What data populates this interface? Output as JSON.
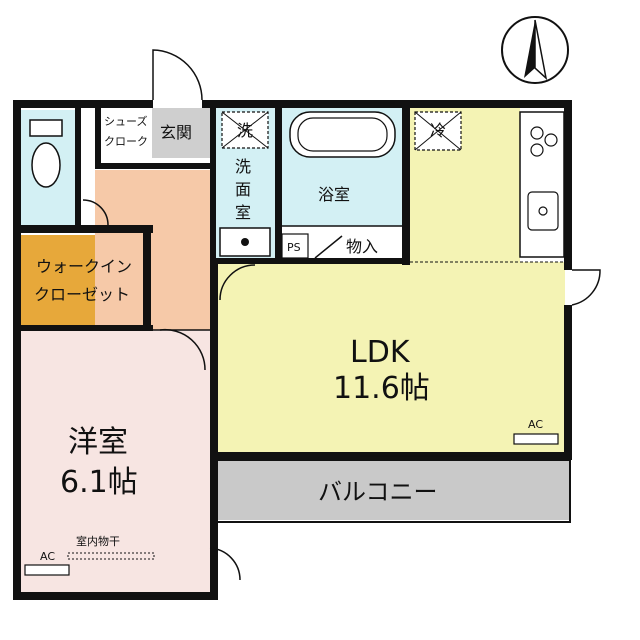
{
  "floorplan": {
    "rooms": {
      "ldk": {
        "name": "LDK",
        "size": "11.6帖",
        "fill": "#f4f3b4"
      },
      "western": {
        "name": "洋室",
        "size": "6.1帖",
        "fill": "#f7e5e2"
      },
      "balcony": {
        "name": "バルコニー",
        "fill": "#c9c9c9"
      },
      "walkin": {
        "line1": "ウォークイン",
        "line2": "クローゼット",
        "fill": "#e7a83a"
      },
      "bath": {
        "name": "浴室",
        "fill": "#d3f0f4"
      },
      "washroom": {
        "line1": "洗",
        "line2": "面",
        "line3": "室",
        "fill": "#d3f0f4"
      },
      "entrance": {
        "name": "玄関",
        "fill": "#cfcfcf"
      },
      "shoes": {
        "line1": "シューズ",
        "line2": "クローク"
      },
      "hall": {
        "fill": "#f6c9a8"
      },
      "toilet": {
        "fill": "#d3f0f4"
      }
    },
    "labels": {
      "ac_ldk": "AC",
      "ac_western": "AC",
      "indoor_drying": "室内物干",
      "ps": "PS",
      "storage": "物入",
      "washer": "洗",
      "fridge": "冷"
    }
  }
}
